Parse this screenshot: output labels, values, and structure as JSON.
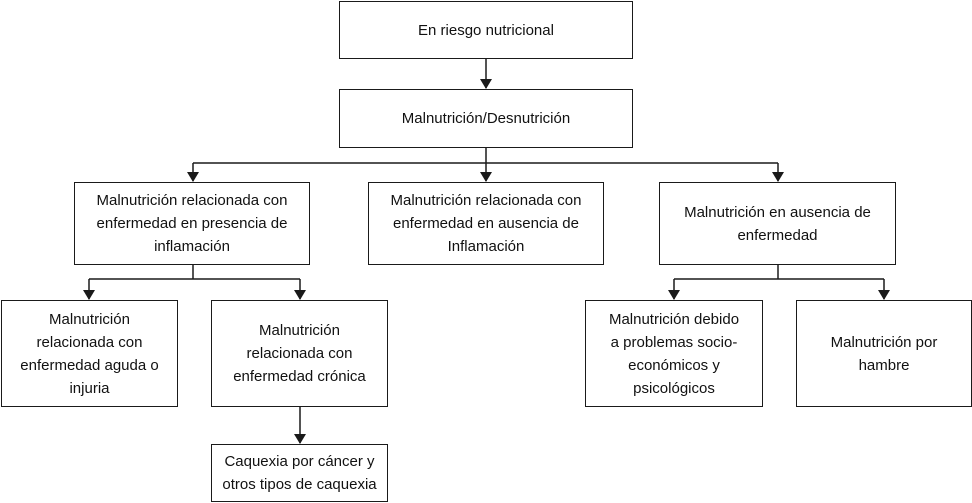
{
  "nodes": {
    "risk": "En riesgo nutricional",
    "malnutrition": "Malnutrición/Desnutrición",
    "with_inflammation": "Malnutrición relacionada con\nenfermedad en presencia de\ninflamación",
    "without_inflammation": "Malnutrición relacionada con\nenfermedad en ausencia de\nInflamación",
    "no_disease": "Malnutrición en ausencia de\nenfermedad",
    "acute": "Malnutrición\nrelacionada con\nenfermedad aguda o\ninjuria",
    "chronic": "Malnutrición\nrelacionada con\nenfermedad crónica",
    "socioeconomic": "Malnutrición debido\na problemas socio-\neconómicos y\npsicológicos",
    "hunger": "Malnutrición por\nhambre",
    "cachexia": "Caquexia por cáncer y\notros tipos de caquexia"
  }
}
